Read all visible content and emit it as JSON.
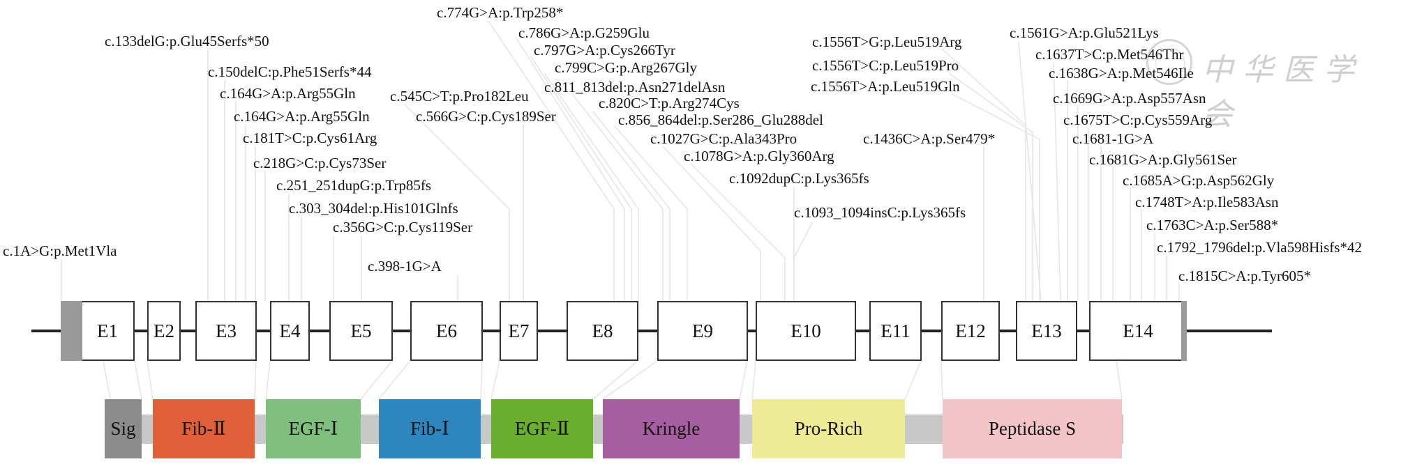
{
  "figure": {
    "title": "Gene exon structure with mutation sites and protein domains",
    "watermark": "中华医学会"
  },
  "exons": [
    {
      "label": "E1",
      "utr": "left"
    },
    {
      "label": "E2"
    },
    {
      "label": "E3"
    },
    {
      "label": "E4"
    },
    {
      "label": "E5"
    },
    {
      "label": "E6"
    },
    {
      "label": "E7"
    },
    {
      "label": "E8"
    },
    {
      "label": "E9"
    },
    {
      "label": "E10"
    },
    {
      "label": "E11"
    },
    {
      "label": "E12"
    },
    {
      "label": "E13"
    },
    {
      "label": "E14",
      "utr": "right"
    }
  ],
  "domains": [
    {
      "label": "Sig",
      "color": "#8c8c8c"
    },
    {
      "label": "Fib-Ⅱ",
      "color": "#e0603a"
    },
    {
      "label": "EGF-Ⅰ",
      "color": "#7fc07f"
    },
    {
      "label": "Fib-Ⅰ",
      "color": "#2e86bf"
    },
    {
      "label": "EGF-Ⅱ",
      "color": "#6aae2e"
    },
    {
      "label": "Kringle",
      "color": "#a55fa0"
    },
    {
      "label": "Pro-Rich",
      "color": "#eeeb96"
    },
    {
      "label": "Peptidase S",
      "color": "#f3c5c8"
    }
  ],
  "mutations": [
    {
      "text": "c.1A>G:p.Met1Vla",
      "exon": "E1"
    },
    {
      "text": "c.133delG:p.Glu45Serfs*50",
      "exon": "E3"
    },
    {
      "text": "c.150delC:p.Phe51Serfs*44",
      "exon": "E3"
    },
    {
      "text": "c.164G>A:p.Arg55Gln",
      "exon": "E3"
    },
    {
      "text": "c.164G>A:p.Arg55Gln",
      "exon": "E3"
    },
    {
      "text": "c.181T>C:p.Cys61Arg",
      "exon": "E3"
    },
    {
      "text": "c.218G>C:p.Cys73Ser",
      "exon": "E4"
    },
    {
      "text": "c.251_251dupG:p.Trp85fs",
      "exon": "E4"
    },
    {
      "text": "c.303_304del:p.His101Glnfs",
      "exon": "E5"
    },
    {
      "text": "c.356G>C:p.Cys119Ser",
      "exon": "E5"
    },
    {
      "text": "c.398-1G>A",
      "exon": "E6"
    },
    {
      "text": "c.545C>T:p.Pro182Leu",
      "exon": "E7"
    },
    {
      "text": "c.566G>C:p.Cys189Ser",
      "exon": "E7"
    },
    {
      "text": "c.774G>A:p.Trp258*",
      "exon": "E8"
    },
    {
      "text": "c.786G>A:p.G259Glu",
      "exon": "E8"
    },
    {
      "text": "c.797G>A:p.Cys266Tyr",
      "exon": "E8"
    },
    {
      "text": "c.799C>G:p.Arg267Gly",
      "exon": "E8"
    },
    {
      "text": "c.811_813del:p.Asn271delAsn",
      "exon": "E9"
    },
    {
      "text": "c.820C>T:p.Arg274Cys",
      "exon": "E9"
    },
    {
      "text": "c.856_864del:p.Ser286_Glu288del",
      "exon": "E9"
    },
    {
      "text": "c.1027G>C:p.Ala343Pro",
      "exon": "E10"
    },
    {
      "text": "c.1078G>A:p.Gly360Arg",
      "exon": "E10"
    },
    {
      "text": "c.1092dupC:p.Lys365fs",
      "exon": "E10"
    },
    {
      "text": "c.1093_1094insC:p.Lys365fs",
      "exon": "E10"
    },
    {
      "text": "c.1436C>A:p.Ser479*",
      "exon": "E12"
    },
    {
      "text": "c.1556T>G:p.Leu519Arg",
      "exon": "E13"
    },
    {
      "text": "c.1556T>C:p.Leu519Pro",
      "exon": "E13"
    },
    {
      "text": "c.1556T>A:p.Leu519Gln",
      "exon": "E13"
    },
    {
      "text": "c.1561G>A:p.Glu521Lys",
      "exon": "E13"
    },
    {
      "text": "c.1637T>C:p.Met546Thr",
      "exon": "E13"
    },
    {
      "text": "c.1638G>A:p.Met546Ile",
      "exon": "E13"
    },
    {
      "text": "c.1669G>A:p.Asp557Asn",
      "exon": "E14"
    },
    {
      "text": "c.1675T>C:p.Cys559Arg",
      "exon": "E14"
    },
    {
      "text": "c.1681-1G>A",
      "exon": "E14"
    },
    {
      "text": "c.1681G>A:p.Gly561Ser",
      "exon": "E14"
    },
    {
      "text": "c.1685A>G:p.Asp562Gly",
      "exon": "E14"
    },
    {
      "text": "c.1748T>A:p.Ile583Asn",
      "exon": "E14"
    },
    {
      "text": "c.1763C>A:p.Ser588*",
      "exon": "E14"
    },
    {
      "text": "c.1792_1796del:p.Vla598Hisfs*42",
      "exon": "E14"
    },
    {
      "text": "c.1815C>A:p.Tyr605*",
      "exon": "E14"
    }
  ]
}
